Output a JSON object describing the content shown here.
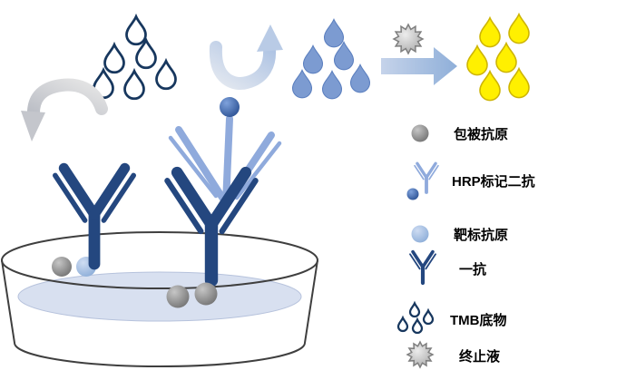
{
  "legend": {
    "items": [
      {
        "icon": "coating-antigen",
        "label": "包被抗原"
      },
      {
        "icon": "hrp-secondary-antibody",
        "label": "HRP标记二抗"
      },
      {
        "icon": "target-antigen",
        "label": "靶标抗原"
      },
      {
        "icon": "primary-antibody",
        "label": "一抗"
      },
      {
        "icon": "tmb-substrate",
        "label": "TMB底物"
      },
      {
        "icon": "stop-solution",
        "label": "终止液"
      }
    ]
  },
  "colors": {
    "primary_antibody_blue": "#24477F",
    "secondary_antibody_blue": "#8FAADC",
    "tmb_outline_blue": "#17375E",
    "substrate_droplet_blue": "#7C9BD1",
    "product_droplet_yellow": "#FFF000",
    "antigen_gray": "#8C8C8C",
    "well_liquid_blue": "#D8E0F0"
  }
}
